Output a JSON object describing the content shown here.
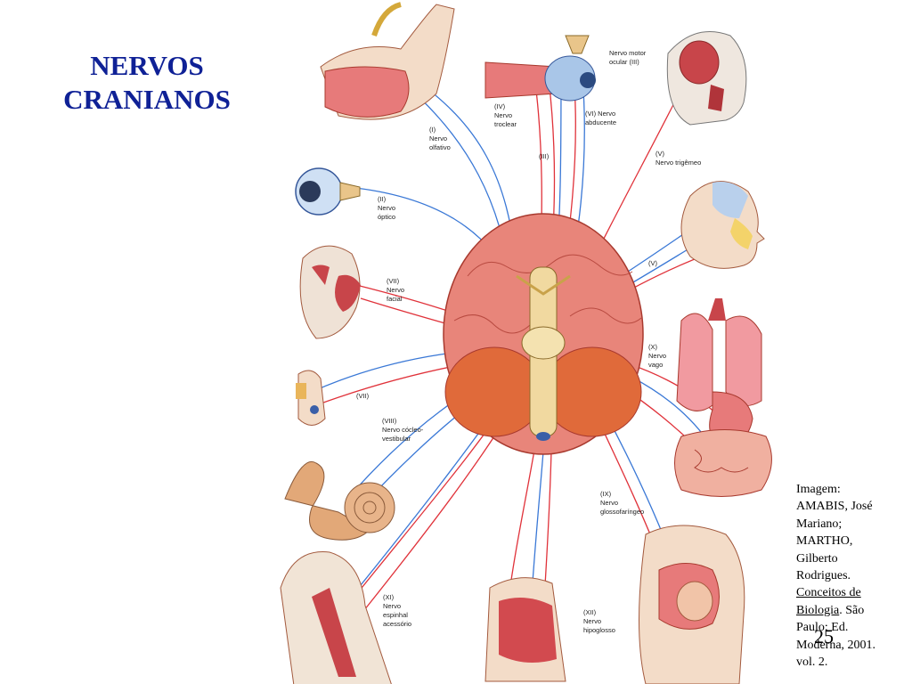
{
  "slide": {
    "title_line1": "NERVOS",
    "title_line2": "CRANIANOS",
    "page_number": "25"
  },
  "caption": {
    "line1": "Imagem:",
    "line2": "AMABIS, José",
    "line3": "Mariano;",
    "line4": "MARTHO,",
    "line5": "Gilberto",
    "line6": "Rodrigues.",
    "book_title_part1": "Conceitos de",
    "book_title_part2": "Biologia",
    "after_title": ". São",
    "line9": "Paulo: Ed.",
    "line10": "Moderna, 2001.",
    "line11": "vol. 2."
  },
  "labels": {
    "n1": [
      "(I)",
      "Nervo",
      "olfativo"
    ],
    "n2": [
      "(II)",
      "Nervo",
      "óptico"
    ],
    "n3": [
      "Nervo motor",
      "ocular (III)"
    ],
    "n3_short": "(III)",
    "n4": [
      "(IV)",
      "Nervo",
      "troclear"
    ],
    "n5a": [
      "(V)",
      "Nervo trigêmeo"
    ],
    "n5b": "(V)",
    "n6": [
      "(VI) Nervo",
      "abducente"
    ],
    "n7a": [
      "(VII)",
      "Nervo",
      "facial"
    ],
    "n7b": "(VII)",
    "n8": [
      "(VIII)",
      "Nervo cócleo-",
      "vestibular"
    ],
    "n9": [
      "(IX)",
      "Nervo",
      "glossofaríngeo"
    ],
    "n10": [
      "(X)",
      "Nervo",
      "vago"
    ],
    "n11": [
      "(XI)",
      "Nervo",
      "espinhal",
      "acessório"
    ],
    "n12": [
      "(XII)",
      "Nervo",
      "hipoglosso"
    ]
  },
  "colors": {
    "title": "#0f2196",
    "sensory_nerve": "#3a78d6",
    "motor_nerve": "#e0323a",
    "brain": "#e8857a",
    "skin": "#f3dcc8"
  }
}
